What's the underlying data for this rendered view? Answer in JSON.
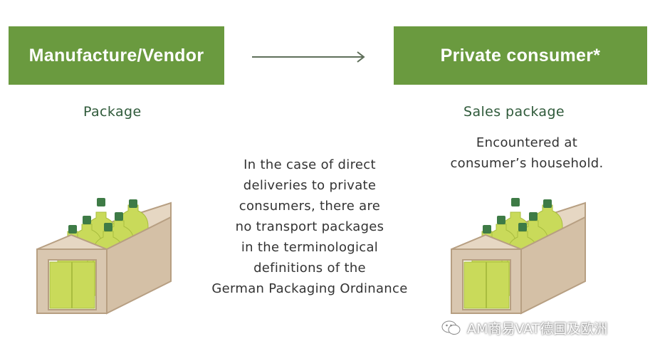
{
  "header": {
    "left_box": "Manufacture/Vendor",
    "right_box": "Private consumer*"
  },
  "labels": {
    "left": "Package",
    "right": "Sales package"
  },
  "right_note": [
    "Encountered at",
    "consumer’s household."
  ],
  "center_note": [
    "In the case of direct",
    "deliveries to private",
    "consumers, there are",
    "no transport packages",
    "in the terminological",
    "definitions of the",
    "German Packaging Ordinance"
  ],
  "watermark": {
    "text": "AM商易VAT德国及欧洲",
    "icon": "wechat-icon"
  },
  "colors": {
    "box_green": "#6a9a3f",
    "label_green": "#2f5a3a",
    "crate_beige": "#d9c7b0",
    "crate_outline": "#b79f82",
    "bottle_green": "#c9da5a",
    "cap_green": "#3e7b46"
  }
}
